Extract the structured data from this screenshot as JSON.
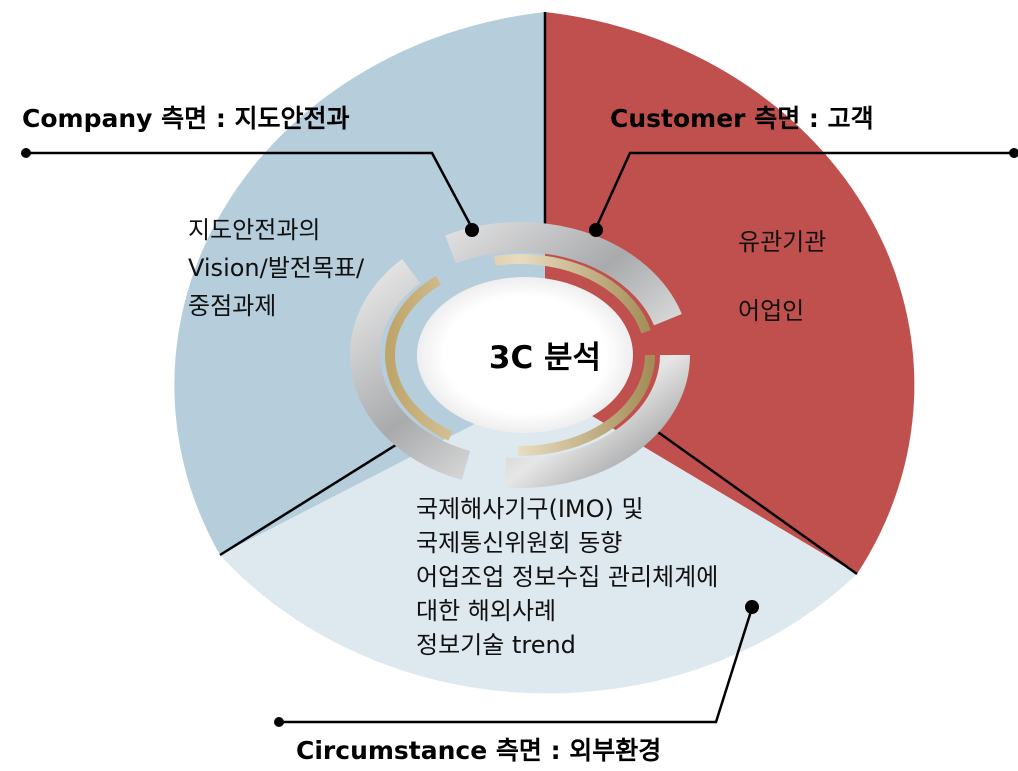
{
  "center_label": "3C 분석",
  "company": {
    "heading": "Company 측면 : 지도안전과",
    "lines": [
      "지도안전과의",
      "Vision/발전목표/",
      "중점과제"
    ]
  },
  "customer": {
    "heading": "Customer 측면 : 고객",
    "lines": [
      "유관기관",
      "어업인"
    ]
  },
  "circumstance": {
    "heading": "Circumstance 측면 : 외부환경",
    "lines": [
      "국제해사기구(IMO) 및",
      "국제통신위원회 동향",
      "어업조업 정보수집 관리체계에",
      "대한 해외사례",
      "정보기술 trend"
    ]
  },
  "colors": {
    "company_fill": "#b6cddb",
    "customer_fill": "#c0504d",
    "circumstance_fill": "#dde8ef",
    "connector": "#000000"
  }
}
